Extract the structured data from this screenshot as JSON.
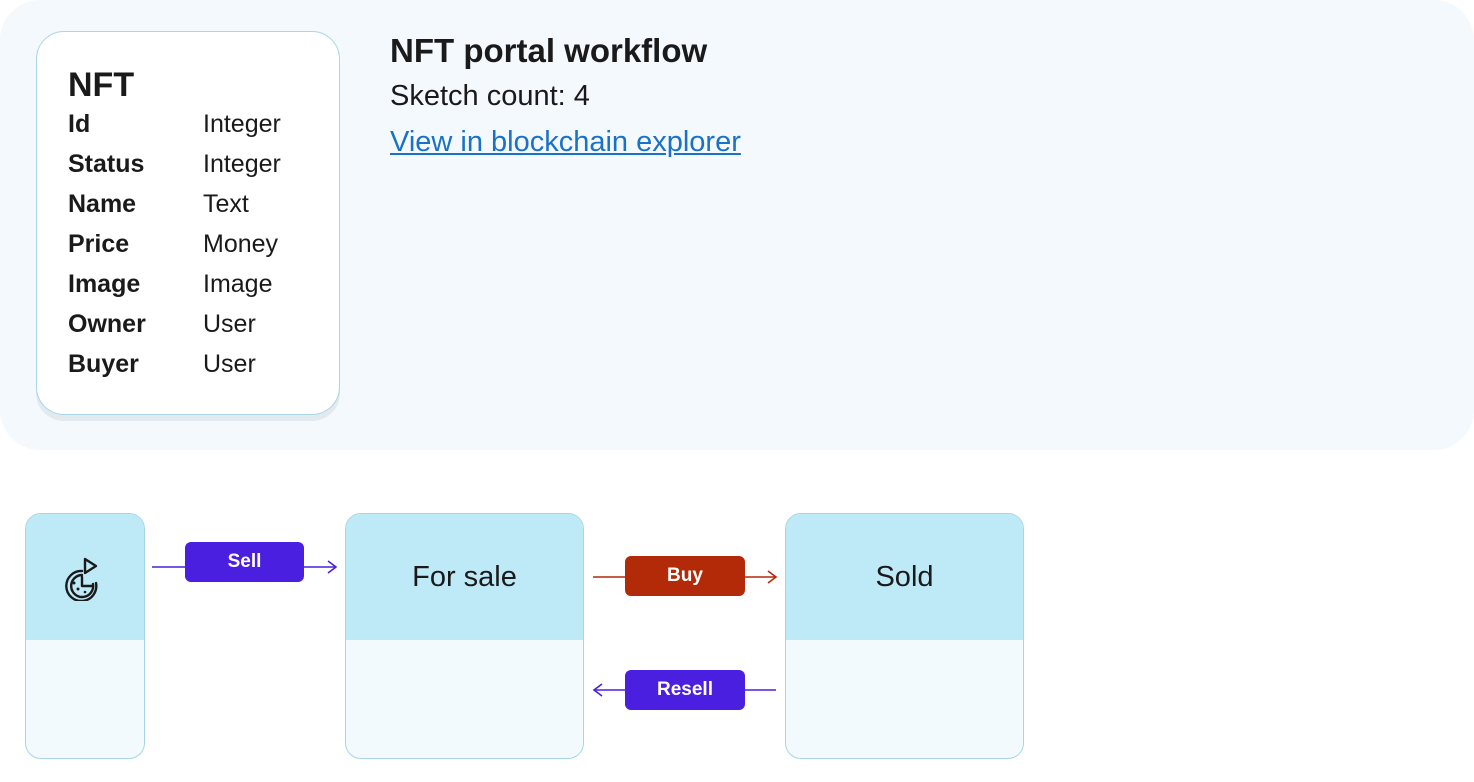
{
  "entity": {
    "title": "NFT",
    "fields": [
      {
        "name": "Id",
        "type": "Integer"
      },
      {
        "name": "Status",
        "type": "Integer"
      },
      {
        "name": "Name",
        "type": "Text"
      },
      {
        "name": "Price",
        "type": "Money"
      },
      {
        "name": "Image",
        "type": "Image"
      },
      {
        "name": "Owner",
        "type": "User"
      },
      {
        "name": "Buyer",
        "type": "User"
      }
    ]
  },
  "workflow": {
    "title": "NFT portal workflow",
    "sketch_count": "Sketch count: 4",
    "explorer_link": "View in blockchain explorer"
  },
  "states": {
    "start": {
      "icon": "start-pie-icon"
    },
    "for_sale": {
      "label": "For sale"
    },
    "sold": {
      "label": "Sold"
    }
  },
  "actions": {
    "sell": {
      "label": "Sell",
      "color": "#4a1fe0"
    },
    "buy": {
      "label": "Buy",
      "color": "#b32a09"
    },
    "resell": {
      "label": "Resell",
      "color": "#4a1fe0"
    }
  }
}
